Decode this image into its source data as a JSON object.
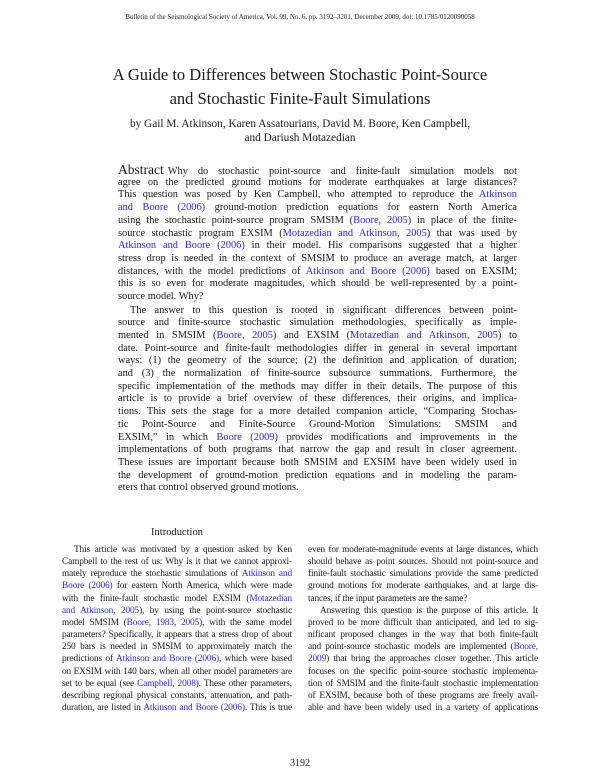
{
  "header": "Bulletin of the Seismological Society of America, Vol. 99, No. 6, pp. 3192–3201, December 2009, doi: 10.1785/0120090058",
  "title": [
    "A Guide to Differences between Stochastic Point-Source",
    "and Stochastic Finite-Fault Simulations"
  ],
  "authors": [
    "by Gail M. Atkinson, Karen Assatourians, David M. Boore, Ken Campbell,",
    "and Dariush Motazedian"
  ],
  "link_color": "#2a2ae8",
  "abstract": {
    "label": "Abstract",
    "lines": [
      [
        {
          "t": "Why do stochastic point-source and finite-fault simulation models not"
        }
      ],
      [
        {
          "t": "agree on the predicted ground motions for moderate earthquakes at large distances?"
        }
      ],
      [
        {
          "t": "This question was posed by Ken Campbell, who attempted to reproduce the "
        },
        {
          "t": "Atkinson",
          "link": true
        }
      ],
      [
        {
          "t": "and Boore (2006)",
          "link": true
        },
        {
          "t": " ground-motion prediction equations for eastern North America"
        }
      ],
      [
        {
          "t": "using the stochastic point-source program SMSIM ("
        },
        {
          "t": "Boore, 2005",
          "link": true
        },
        {
          "t": ") in place of the finite-"
        }
      ],
      [
        {
          "t": "source stochastic program EXSIM ("
        },
        {
          "t": "Motazedian and Atkinson, 2005",
          "link": true
        },
        {
          "t": ") that was used by"
        }
      ],
      [
        {
          "t": "Atkinson and Boore (2006)",
          "link": true
        },
        {
          "t": " in their model. His comparisons suggested that a higher"
        }
      ],
      [
        {
          "t": "stress drop is needed in the context of SMSIM to produce an average match, at larger"
        }
      ],
      [
        {
          "t": "distances, with the model predictions of "
        },
        {
          "t": "Atkinson and Boore (2006)",
          "link": true
        },
        {
          "t": " based on EXSIM;"
        }
      ],
      [
        {
          "t": "this is so even for moderate magnitudes, which should be well-represented by a point-"
        }
      ],
      [
        {
          "t": "source model. Why?",
          "last": true
        }
      ],
      [
        {
          "t": "The answer to this question is rooted in significant differences between point-",
          "indent": true
        }
      ],
      [
        {
          "t": "source and finite-source stochastic simulation methodologies, specifically as imple-"
        }
      ],
      [
        {
          "t": "mented in SMSIM ("
        },
        {
          "t": "Boore, 2005",
          "link": true
        },
        {
          "t": ") and EXSIM ("
        },
        {
          "t": "Motazedian and Atkinson, 2005",
          "link": true
        },
        {
          "t": ") to"
        }
      ],
      [
        {
          "t": "date. Point-source and finite-fault methodologies differ in general in several important"
        }
      ],
      [
        {
          "t": "ways: (1) the geometry of the source; (2) the definition and application of duration;"
        }
      ],
      [
        {
          "t": "and (3) the normalization of finite-source subsource summations. Furthermore, the"
        }
      ],
      [
        {
          "t": "specific implementation of the methods may differ in their details. The purpose of this"
        }
      ],
      [
        {
          "t": "article is to provide a brief overview of these differences, their origins, and implica-"
        }
      ],
      [
        {
          "t": "tions. This sets the stage for a more detailed companion article, “Comparing Stochas-"
        }
      ],
      [
        {
          "t": "tic Point-Source and Finite-Source Ground-Motion Simulations: SMSIM and"
        }
      ],
      [
        {
          "t": "EXSIM,” in which "
        },
        {
          "t": "Boore (2009)",
          "link": true
        },
        {
          "t": " provides modifications and improvements in the"
        }
      ],
      [
        {
          "t": "implementations of both programs that narrow the gap and result in closer agreement."
        }
      ],
      [
        {
          "t": "These issues are important because both SMSIM and EXSIM have been widely used in"
        }
      ],
      [
        {
          "t": "the development of ground-motion prediction equations and in modeling the param-"
        }
      ],
      [
        {
          "t": "eters that control observed ground motions.",
          "last": true
        }
      ]
    ]
  },
  "section_heading": "Introduction",
  "left_column": [
    [
      {
        "t": "This article was motivated by a question asked by Ken",
        "indent": true
      }
    ],
    [
      {
        "t": "Campbell to the rest of us: Why is it that we cannot approxi-"
      }
    ],
    [
      {
        "t": "mately reproduce the stochastic simulations of "
      },
      {
        "t": "Atkinson and",
        "link": true
      }
    ],
    [
      {
        "t": "Boore (2006)",
        "link": true
      },
      {
        "t": " for eastern North America, which were made"
      }
    ],
    [
      {
        "t": "with the finite-fault stochastic model EXSIM ("
      },
      {
        "t": "Motazedian",
        "link": true
      }
    ],
    [
      {
        "t": "and Atkinson, 2005",
        "link": true
      },
      {
        "t": "), by using the point-source stochastic"
      }
    ],
    [
      {
        "t": "model SMSIM ("
      },
      {
        "t": "Boore, 1983",
        "link": true
      },
      {
        "t": ", "
      },
      {
        "t": "2005",
        "link": true
      },
      {
        "t": "), with the same model"
      }
    ],
    [
      {
        "t": "parameters? Specifically, it appears that a stress drop of about"
      }
    ],
    [
      {
        "t": "250 bars is needed in SMSIM to approximately match the"
      }
    ],
    [
      {
        "t": "predictions of "
      },
      {
        "t": "Atkinson and Boore (2006)",
        "link": true
      },
      {
        "t": ", which were based"
      }
    ],
    [
      {
        "t": "on EXSIM with 140 bars, when all other model parameters are"
      }
    ],
    [
      {
        "t": "set to be equal (see "
      },
      {
        "t": "Campbell, 2008",
        "link": true
      },
      {
        "t": "). These other parameters,"
      }
    ],
    [
      {
        "t": "describing regional physical constants, attenuation, and path-"
      }
    ],
    [
      {
        "t": "duration, are listed in "
      },
      {
        "t": "Atkinson and Boore (2006)",
        "link": true
      },
      {
        "t": ". This is true"
      }
    ]
  ],
  "right_column": [
    [
      {
        "t": "even for moderate-magnitude events at large distances, which"
      }
    ],
    [
      {
        "t": "should behave as point sources. Should not point-source and"
      }
    ],
    [
      {
        "t": "finite-fault stochastic simulations provide the same predicted"
      }
    ],
    [
      {
        "t": "ground motions for moderate earthquakes, and at large dis-"
      }
    ],
    [
      {
        "t": "tances, if the input parameters are the same?",
        "last": true
      }
    ],
    [
      {
        "t": "Answering this question is the purpose of this article. It",
        "indent": true
      }
    ],
    [
      {
        "t": "proved to be more difficult than anticipated, and led to sig-"
      }
    ],
    [
      {
        "t": "nificant proposed changes in the way that both finite-fault"
      }
    ],
    [
      {
        "t": "and point-source stochastic models are implemented ("
      },
      {
        "t": "Boore,",
        "link": true
      }
    ],
    [
      {
        "t": "2009",
        "link": true
      },
      {
        "t": ") that bring the approaches closer together. This article"
      }
    ],
    [
      {
        "t": "focuses on the specific point-source stochastic implementa-"
      }
    ],
    [
      {
        "t": "tion of SMSIM and the finite-fault stochastic implementation"
      }
    ],
    [
      {
        "t": "of EXSIM, because both of these programs are freely avail-"
      }
    ],
    [
      {
        "t": "able and have been widely used in a variety of applications"
      }
    ]
  ],
  "page_number": "3192"
}
